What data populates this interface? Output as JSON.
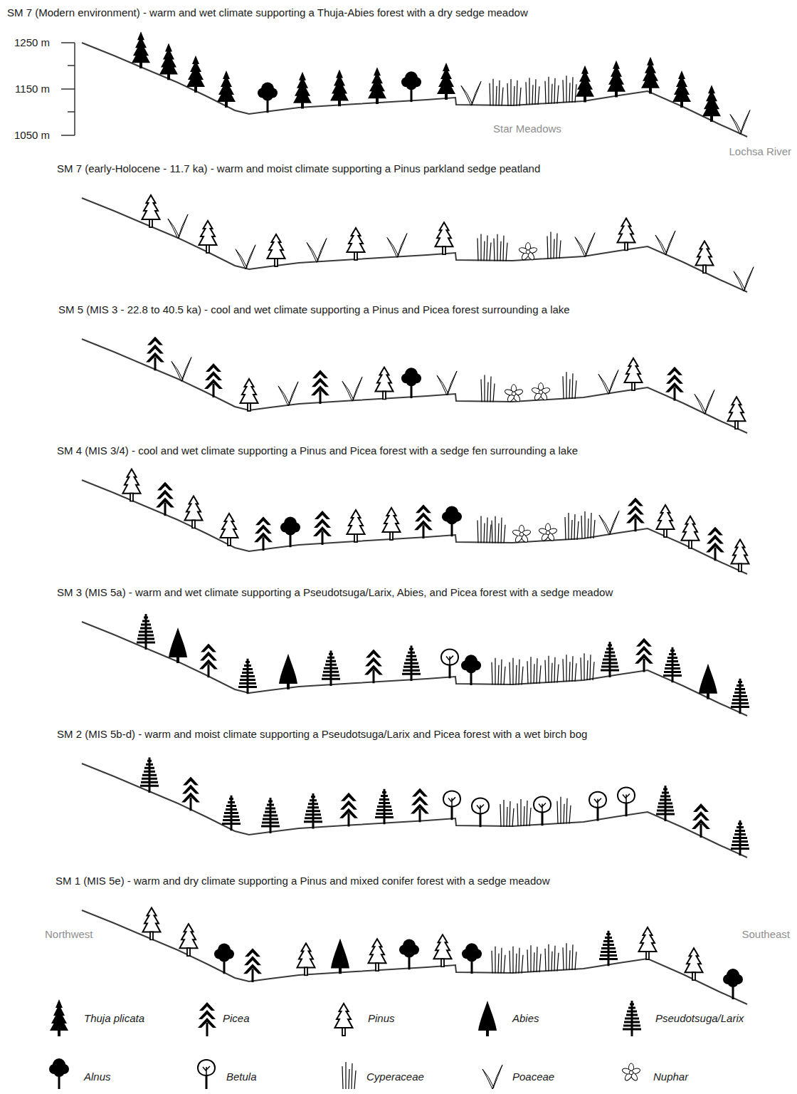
{
  "diagram": {
    "labels": [
      "SM 7 (Modern environment) - warm and wet climate supporting a Thuja-Abies forest with a dry sedge meadow",
      "1250 m",
      "1150 m",
      "1050 m",
      "Star Meadows",
      "Lochsa River",
      "SM 7 (early-Holocene - 11.7 ka) - warm and moist climate supporting a Pinus parkland sedge peatland",
      "SM 5 (MIS 3 - 22.8 to 40.5 ka) - cool and wet climate supporting a Pinus and Picea forest surrounding a lake",
      "SM 4 (MIS 3/4) - cool and wet climate supporting a Pinus and Picea forest with a sedge fen surrounding a lake",
      "SM 3 (MIS 5a) - warm and wet climate supporting a Pseudotsuga/Larix, Abies, and Picea forest with a sedge meadow",
      "SM 2 (MIS 5b-d) - warm and moist climate supporting a Pseudotsuga/Larix and Picea forest with a wet birch bog",
      "SM 1 (MIS 5e) - warm and dry climate supporting a Pinus and mixed conifer forest with a sedge meadow",
      "Northwest",
      "Southeast"
    ],
    "legend": [
      {
        "text": "Thuja plicata"
      },
      {
        "text": "Picea"
      },
      {
        "text": "Pinus"
      },
      {
        "text": "Abies"
      },
      {
        "text": "Pseudotsuga/Larix"
      },
      {
        "text": "Alnus"
      },
      {
        "text": "Betula"
      },
      {
        "text": "Cyperaceae"
      },
      {
        "text": "Poaceae"
      },
      {
        "text": "Nuphar"
      }
    ]
  }
}
